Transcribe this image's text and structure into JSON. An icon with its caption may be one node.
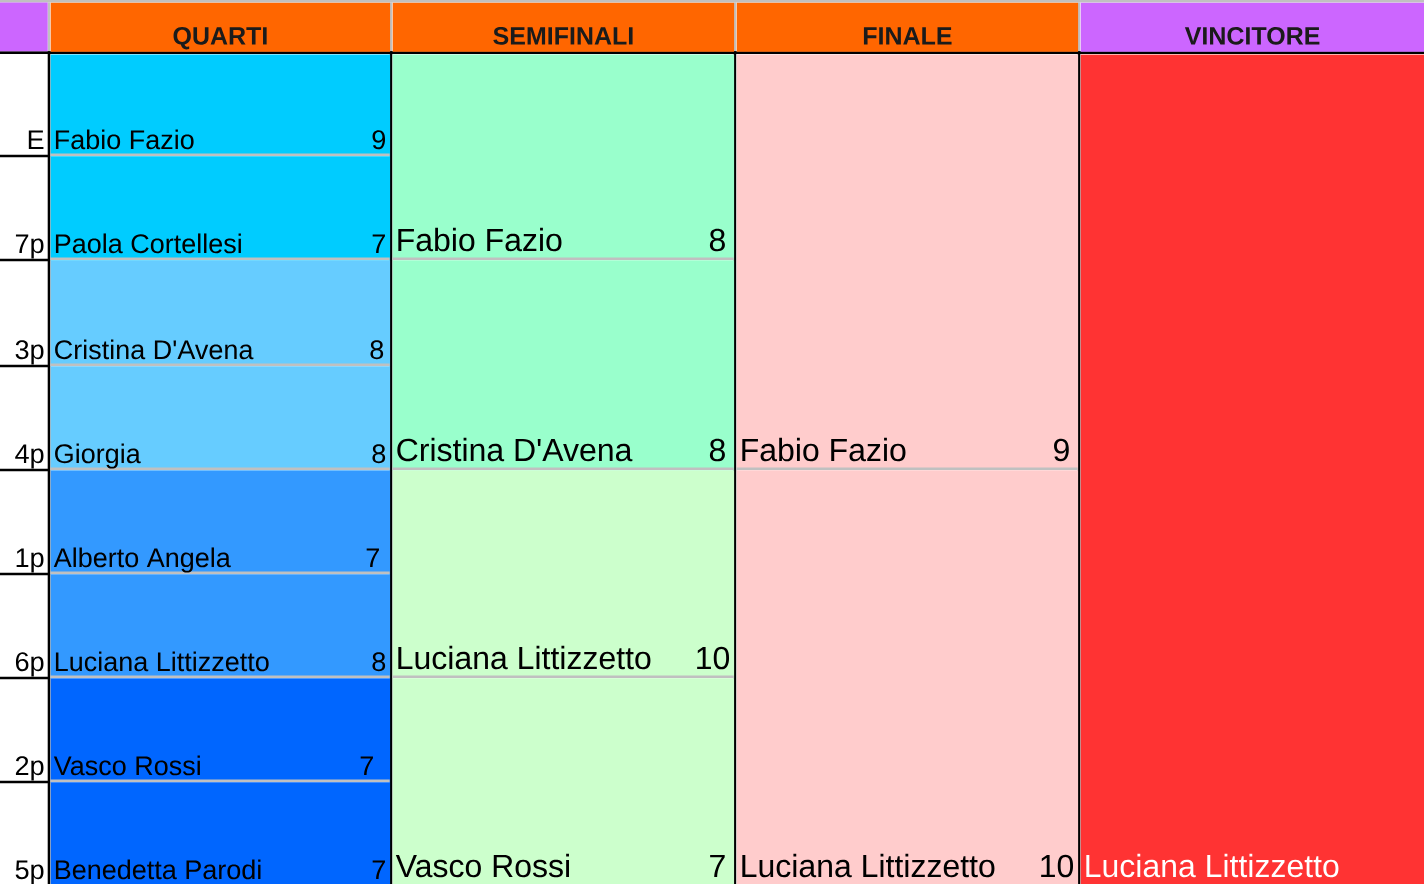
{
  "diagram": {
    "nodes": [
      {
        "text": [
          "QUARTI"
        ]
      },
      {
        "text": [
          "SEMIFINALI"
        ]
      },
      {
        "text": [
          "FINALE"
        ]
      },
      {
        "text": [
          "VINCITORE"
        ]
      },
      {
        "text": [
          "Fabio Fazio",
          "9"
        ]
      },
      {
        "text": [
          "Paola Cortellesi",
          "7"
        ]
      },
      {
        "text": [
          "Cristina D'Avena",
          "8"
        ]
      },
      {
        "text": [
          "Giorgia",
          "8"
        ]
      },
      {
        "text": [
          "Alberto Angela",
          "7"
        ]
      },
      {
        "text": [
          "Luciana Littizzetto",
          "8"
        ]
      },
      {
        "text": [
          "Vasco Rossi",
          "7"
        ]
      },
      {
        "text": [
          "Benedetta Parodi",
          "7"
        ]
      },
      {
        "text": [
          "Fabio Fazio",
          "8"
        ]
      },
      {
        "text": [
          "Cristina D'Avena",
          "8"
        ]
      },
      {
        "text": [
          "Luciana Littizzetto",
          "10"
        ]
      },
      {
        "text": [
          "Vasco Rossi",
          "7"
        ]
      },
      {
        "text": [
          "Fabio Fazio",
          "9"
        ]
      },
      {
        "text": [
          "Luciana Littizzetto",
          "10"
        ]
      },
      {
        "text": [
          "Luciana Littizzetto"
        ]
      }
    ],
    "labels": [
      "E",
      "7p",
      "3p",
      "4p",
      "1p",
      "6p",
      "2p",
      "5p"
    ]
  }
}
